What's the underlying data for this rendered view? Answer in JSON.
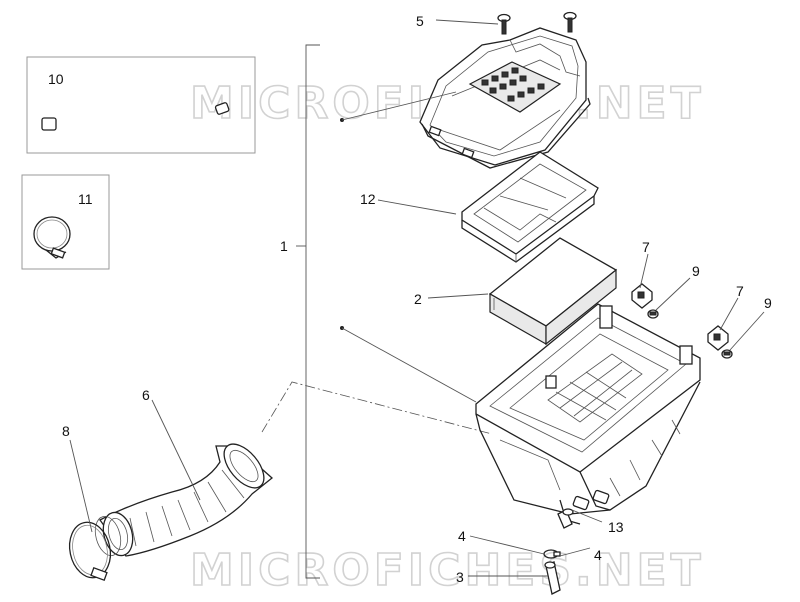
{
  "watermark": {
    "top": "MICROFICHES.NET",
    "bottom": "MICROFICHES.NET"
  },
  "labels": {
    "p1": "1",
    "p2": "2",
    "p3": "3",
    "p4a": "4",
    "p4b": "4",
    "p5": "5",
    "p6": "6",
    "p7a": "7",
    "p7b": "7",
    "p8": "8",
    "p9a": "9",
    "p9b": "9",
    "p10": "10",
    "p11": "11",
    "p12": "12",
    "p13": "13"
  }
}
